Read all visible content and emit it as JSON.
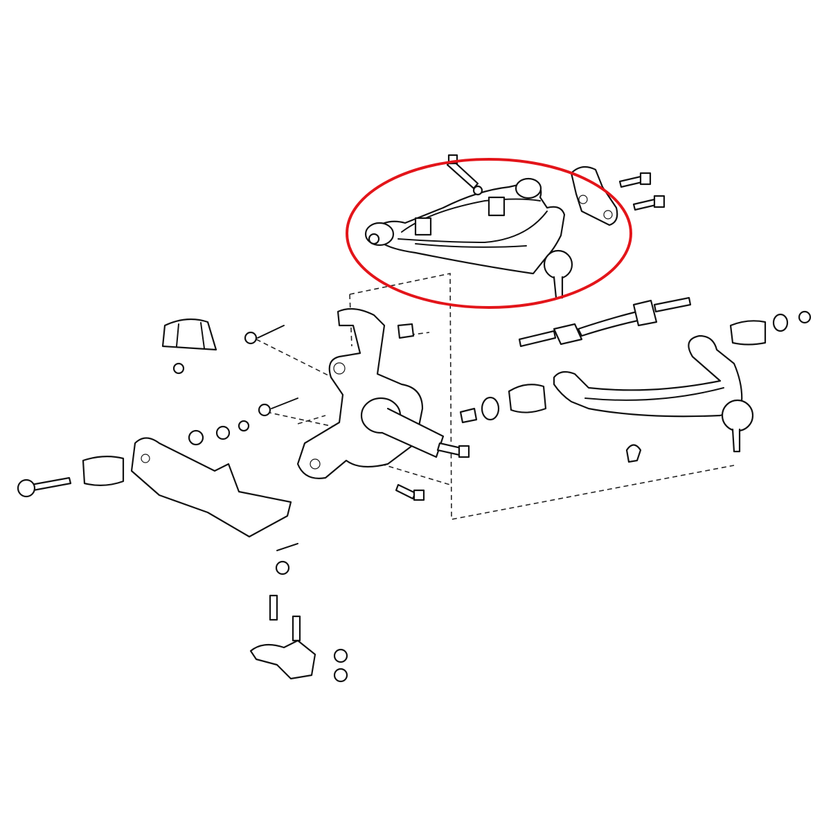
{
  "diagram": {
    "type": "exploded-parts-view",
    "highlight_color": "#e3151a",
    "line_color": "#111111",
    "background": "#ffffff",
    "parts": [
      "upper-control-arm",
      "upper-arm-bracket",
      "tie-rod",
      "lower-control-arm",
      "steering-knuckle",
      "bump-stop",
      "crossmember-bracket",
      "lower-ball-joint"
    ],
    "highlighted_part": "upper-control-arm"
  }
}
